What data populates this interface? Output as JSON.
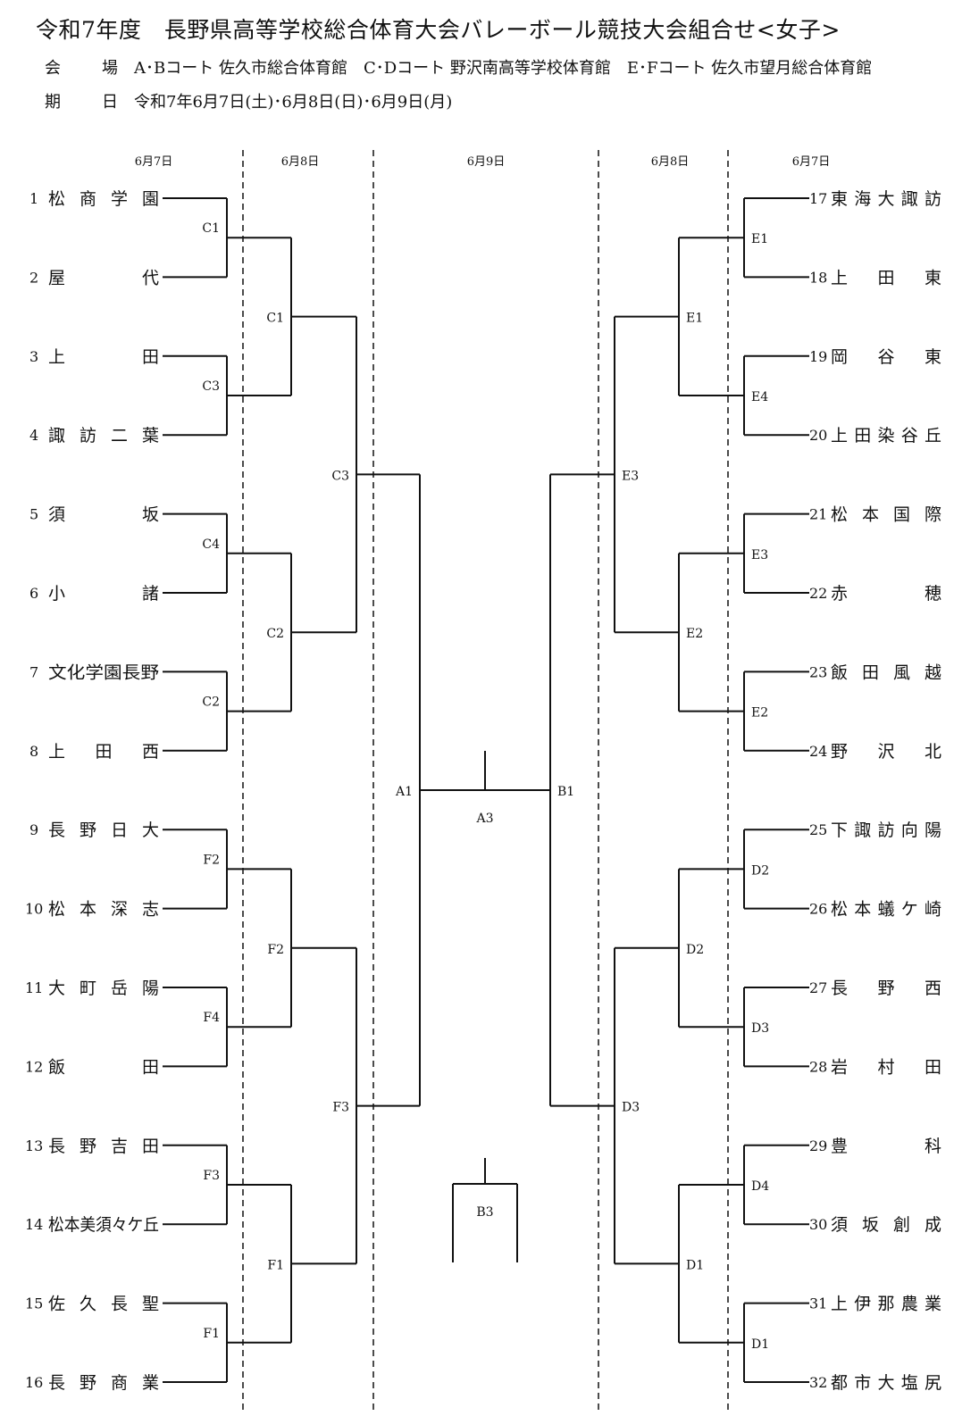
{
  "title": "令和7年度　長野県高等学校総合体育大会バレーボール競技大会組合せ<女子>",
  "venue": {
    "label": "会　場",
    "text": "A･Bコート 佐久市総合体育館　C･Dコート 野沢南高等学校体育館　E･Fコート 佐久市望月総合体育館"
  },
  "period": {
    "label": "期　日",
    "text": "令和7年6月7日(土)･6月8日(日)･6月9日(月)"
  },
  "round_dates": {
    "left_r1": "6月7日",
    "left_r2": "6月8日",
    "final": "6月9日",
    "right_r2": "6月8日",
    "right_r1": "6月7日"
  },
  "left_teams": [
    {
      "num": "1",
      "name": "松商学園"
    },
    {
      "num": "2",
      "name": "屋代"
    },
    {
      "num": "3",
      "name": "上田"
    },
    {
      "num": "4",
      "name": "諏訪二葉"
    },
    {
      "num": "5",
      "name": "須坂"
    },
    {
      "num": "6",
      "name": "小諸"
    },
    {
      "num": "7",
      "name": "文化学園長野"
    },
    {
      "num": "8",
      "name": "上田西"
    },
    {
      "num": "9",
      "name": "長野日大"
    },
    {
      "num": "10",
      "name": "松本深志"
    },
    {
      "num": "11",
      "name": "大町岳陽"
    },
    {
      "num": "12",
      "name": "飯田"
    },
    {
      "num": "13",
      "name": "長野吉田"
    },
    {
      "num": "14",
      "name": "松本美須々ケ丘"
    },
    {
      "num": "15",
      "name": "佐久長聖"
    },
    {
      "num": "16",
      "name": "長野商業"
    }
  ],
  "right_teams": [
    {
      "num": "17",
      "name": "東海大諏訪"
    },
    {
      "num": "18",
      "name": "上田東"
    },
    {
      "num": "19",
      "name": "岡谷東"
    },
    {
      "num": "20",
      "name": "上田染谷丘"
    },
    {
      "num": "21",
      "name": "松本国際"
    },
    {
      "num": "22",
      "name": "赤穂"
    },
    {
      "num": "23",
      "name": "飯田風越"
    },
    {
      "num": "24",
      "name": "野沢北"
    },
    {
      "num": "25",
      "name": "下諏訪向陽"
    },
    {
      "num": "26",
      "name": "松本蟻ケ崎"
    },
    {
      "num": "27",
      "name": "長野西"
    },
    {
      "num": "28",
      "name": "岩村田"
    },
    {
      "num": "29",
      "name": "豊科"
    },
    {
      "num": "30",
      "name": "須坂創成"
    },
    {
      "num": "31",
      "name": "上伊那農業"
    },
    {
      "num": "32",
      "name": "都市大塩尻"
    }
  ],
  "left_r1_codes": [
    "C1",
    "C3",
    "C4",
    "C2",
    "F2",
    "F4",
    "F3",
    "F1"
  ],
  "left_r2_codes": [
    "C1",
    "C2",
    "F2",
    "F1"
  ],
  "left_r3_codes": [
    "C3",
    "F3"
  ],
  "right_r1_codes": [
    "E1",
    "E4",
    "E3",
    "E2",
    "D2",
    "D3",
    "D4",
    "D1"
  ],
  "right_r2_codes": [
    "E1",
    "E2",
    "D2",
    "D1"
  ],
  "right_r3_codes": [
    "E3",
    "D3"
  ],
  "semi_left_code": "A1",
  "semi_right_code": "B1",
  "final_code": "A3",
  "third_place_code": "B3"
}
